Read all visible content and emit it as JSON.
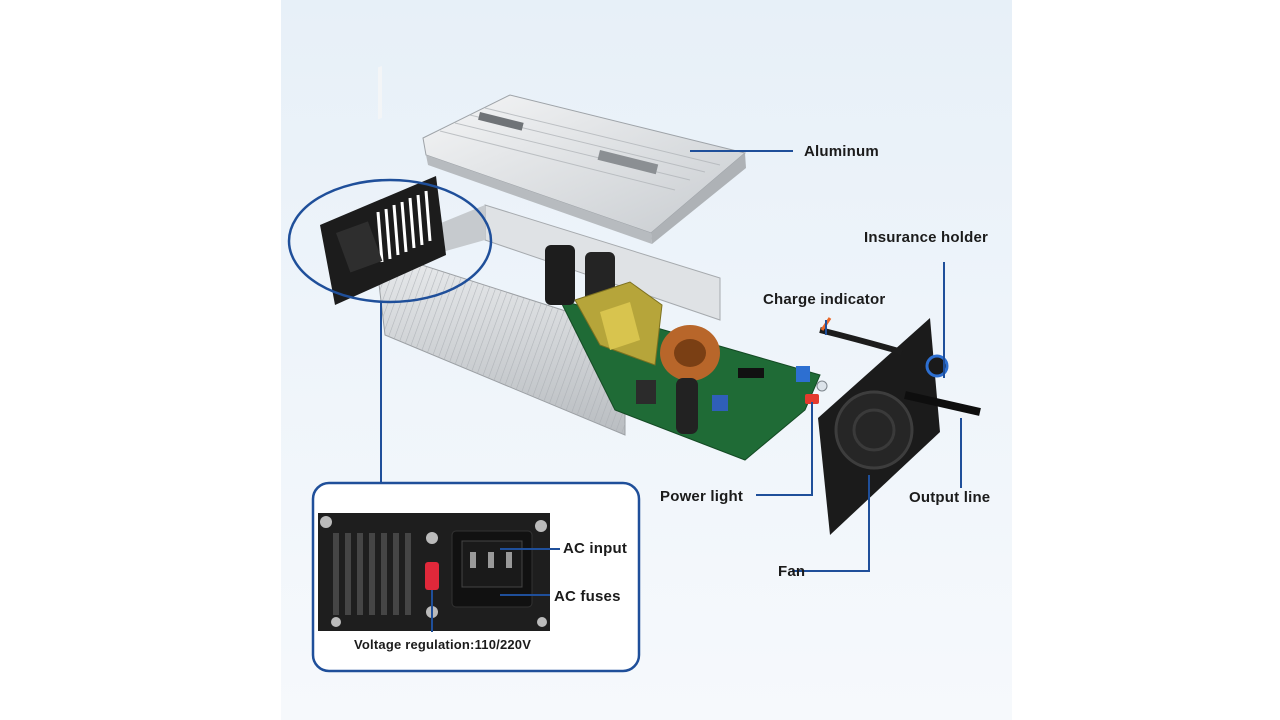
{
  "labels": {
    "aluminum": "Aluminum",
    "insurance_holder": "Insurance holder",
    "charge_indicator": "Charge indicator",
    "power_light": "Power light",
    "output_line": "Output line",
    "fan": "Fan",
    "ac_input": "AC input",
    "ac_fuses": "AC fuses",
    "voltage_regulation": "Voltage regulation:110/220V"
  },
  "colors": {
    "callout_line": "#1f4f9a",
    "inset_border": "#1f4f9a",
    "switch_red": "#e0283a",
    "indicator_blue": "#2d6fd1",
    "indicator_red": "#e43a2e",
    "pcb_green": "#1f6b36",
    "housing_silver": "#c9cdd1",
    "panel_black": "#1c1c1c"
  }
}
